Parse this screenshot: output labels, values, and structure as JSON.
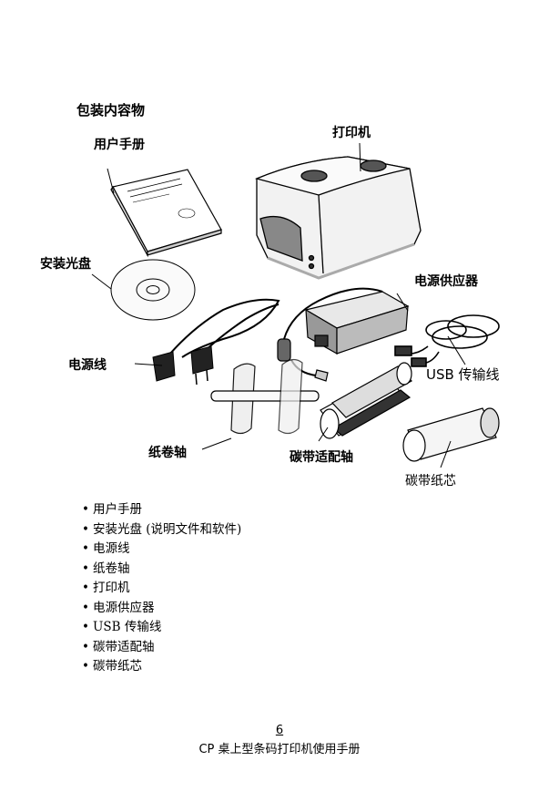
{
  "heading": "包装内容物",
  "labels": {
    "manual": "用户手册",
    "printer": "打印机",
    "cd": "安装光盘",
    "power_supply": "电源供应器",
    "power_cord": "电源线",
    "usb_cable": "USB 传输线",
    "paper_roll_spindle": "纸卷轴",
    "ribbon_spindle": "碳带适配轴",
    "ribbon_core": "碳带纸芯"
  },
  "contents": [
    "用户手册",
    "安装光盘 (说明文件和软件)",
    "电源线",
    "纸卷轴",
    "打印机",
    "电源供应器",
    "USB  传输线",
    "碳带适配轴",
    "碳带纸芯"
  ],
  "page_number": "6",
  "footer": "CP 桌上型条码打印机使用手册"
}
